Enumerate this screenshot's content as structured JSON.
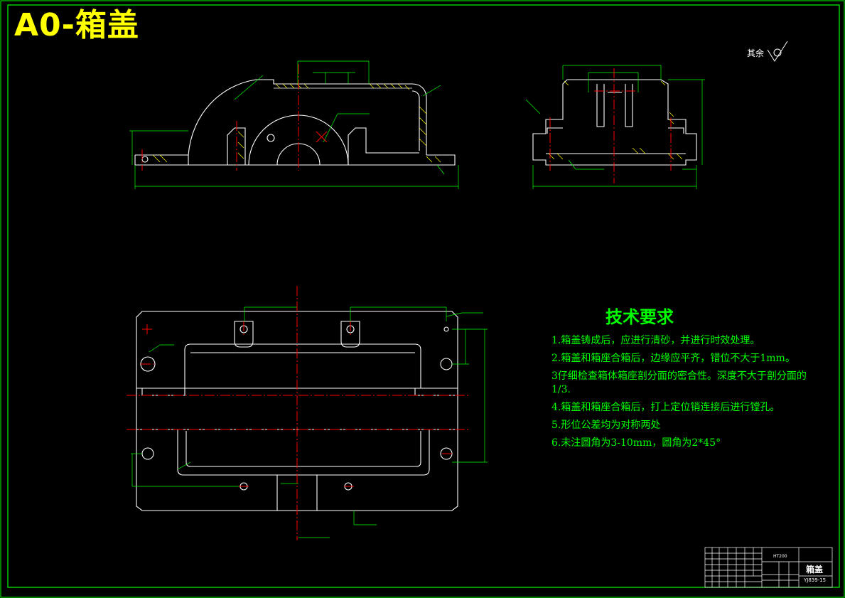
{
  "drawing": {
    "title": "A0-箱盖",
    "surface_finish_note": "其余",
    "technical_requirements": {
      "heading": "技术要求",
      "items": [
        "1.箱盖铸成后，应进行清砂，并进行时效处理。",
        "2.箱盖和箱座合箱后，边缘应平齐，错位不大于1mm。",
        "3仔细检查箱体箱座剖分面的密合性。深度不大于剖分面的1/3.",
        "4.箱盖和箱座合箱后，打上定位销连接后进行镗孔。",
        "5.形位公差均为对称两处",
        "6.未注圆角为3-10mm，圆角为2*45°"
      ]
    },
    "title_block": {
      "part_name": "箱盖",
      "drawing_code": "YJ839-15",
      "material": "HT200"
    }
  },
  "colors": {
    "background": "#000000",
    "border": "#00ff00",
    "outline": "#ffffff",
    "centerline": "#ff0000",
    "dimension": "#00ff00",
    "hatch": "#ffff00",
    "title": "#ffff00"
  }
}
